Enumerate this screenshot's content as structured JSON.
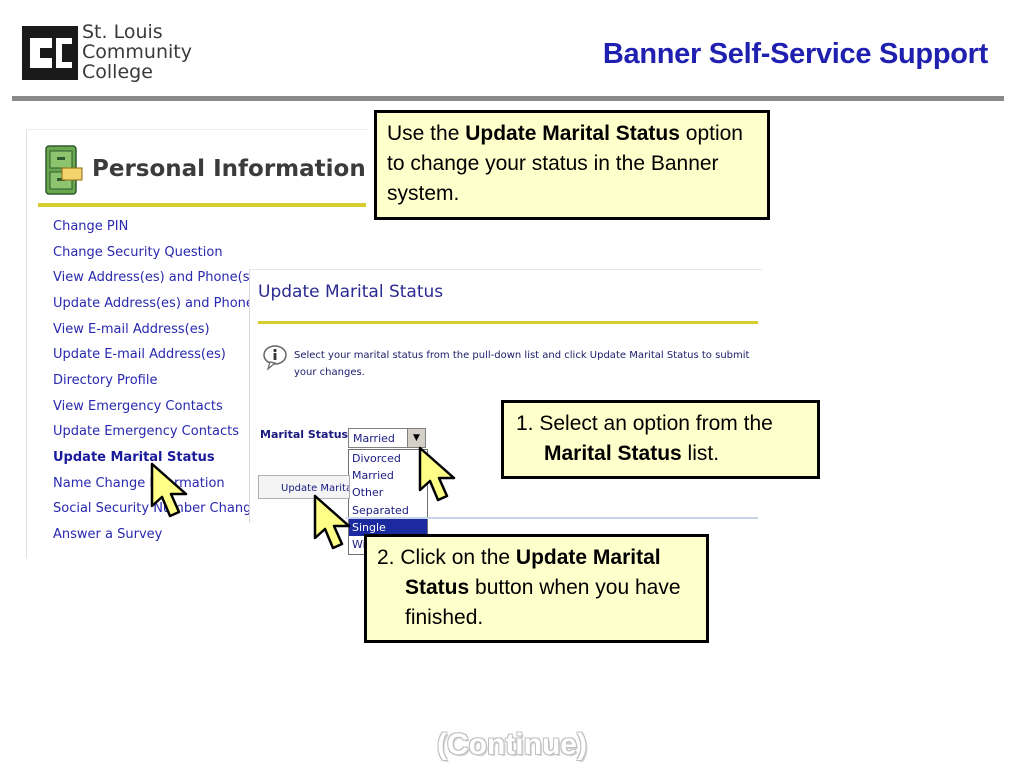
{
  "header": {
    "logo_lines": [
      "St. Louis",
      "Community",
      "College"
    ],
    "title": "Banner Self-Service Support"
  },
  "personal_info": {
    "heading": "Personal Information",
    "menu": [
      "Change PIN",
      "Change Security Question",
      "View Address(es) and Phone(s)",
      "Update Address(es) and Phone(s)",
      "View E-mail Address(es)",
      "Update E-mail Address(es)",
      "Directory Profile",
      "View Emergency Contacts",
      "Update Emergency Contacts",
      "Update Marital Status",
      "Name Change Information",
      "Social Security Number Change",
      "Answer a Survey"
    ]
  },
  "update_panel": {
    "heading": "Update Marital Status",
    "info_text": "Select your marital status from the pull-down list and click Update Marital Status to submit your changes.",
    "field_label": "Marital Status:",
    "selected_value": "Married",
    "options": [
      "Divorced",
      "Married",
      "Other",
      "Separated",
      "Single",
      "Widowed"
    ],
    "highlighted_option": "Single",
    "button_label": "Update Marital Status"
  },
  "callouts": {
    "top": {
      "pre": "Use the ",
      "bold": "Update Marital Status",
      "post": " option to change your status in the Banner system."
    },
    "step1": {
      "num": "1. ",
      "pre": "Select an option from the ",
      "bold": "Marital Status",
      "post": " list."
    },
    "step2": {
      "num": "2. ",
      "pre": "Click on the ",
      "bold": "Update Marital Status",
      "post": " button when you have finished."
    }
  },
  "footer": {
    "continue": "(Continue)"
  },
  "colors": {
    "title_blue": "#1f1fb0",
    "link_blue": "#2828b0",
    "callout_fill": "#ffffcc",
    "accent_yellow": "#d6ce2e",
    "cursor_fill": "#ffff88"
  }
}
